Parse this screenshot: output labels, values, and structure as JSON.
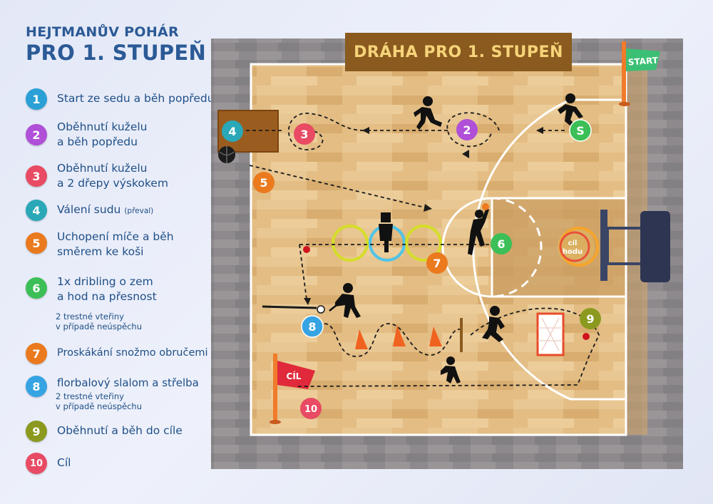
{
  "header": {
    "title_line1": "HEJTMANŮV POHÁR",
    "title_line2": "PRO 1. STUPEŇ"
  },
  "legend": [
    {
      "num": "1",
      "color": "#2aa0d6",
      "lines": [
        "Start ze sedu a běh popředu"
      ]
    },
    {
      "num": "2",
      "color": "#b04fd8",
      "lines": [
        "Oběhnutí kuželu",
        "a běh popředu"
      ]
    },
    {
      "num": "3",
      "color": "#e84b63",
      "lines": [
        "Oběhnutí kuželu",
        "a 2 dřepy výskokem"
      ]
    },
    {
      "num": "4",
      "color": "#2aa8b8",
      "lines": [
        "Válení sudu"
      ],
      "note": "(převal)"
    },
    {
      "num": "5",
      "color": "#ea7a1d",
      "lines": [
        "Uchopení míče a běh",
        "směrem ke koši"
      ]
    },
    {
      "num": "6",
      "color": "#3cbf57",
      "lines": [
        "1x dribling o zem",
        "a hod na přesnost"
      ],
      "sub": [
        "2 trestné vteřiny",
        "v případě neúspěchu"
      ]
    },
    {
      "num": "7",
      "color": "#ea7a1d",
      "lines": [
        "Proskákání snožmo obručemi"
      ]
    },
    {
      "num": "8",
      "color": "#36a3e3",
      "lines": [
        "florbalový slalom a střelba"
      ],
      "sub": [
        "2 trestné vteřiny",
        "v případě neúspěchu"
      ]
    },
    {
      "num": "9",
      "color": "#8b9a1e",
      "lines": [
        "Oběhnutí a běh do cíle"
      ]
    },
    {
      "num": "10",
      "color": "#e84b63",
      "lines": [
        "Cíl"
      ]
    }
  ],
  "court": {
    "title": "DRÁHA PRO 1. STUPEŇ",
    "start_flag": "START",
    "finish_flag": "CÍL",
    "target_label_1": "cíl",
    "target_label_2": "hodu",
    "station_start": "S",
    "stations": [
      "2",
      "3",
      "4",
      "5",
      "6",
      "7",
      "8",
      "9",
      "10"
    ]
  },
  "colors": {
    "wood_light": "#e3bd84",
    "wood_dark": "#c99a5a",
    "court_border": "#7f7b80",
    "title_bg": "#8a5a1f",
    "title_text": "#f6d47a",
    "start_flag": "#3bbf74",
    "finish_flag": "#e0293a"
  }
}
